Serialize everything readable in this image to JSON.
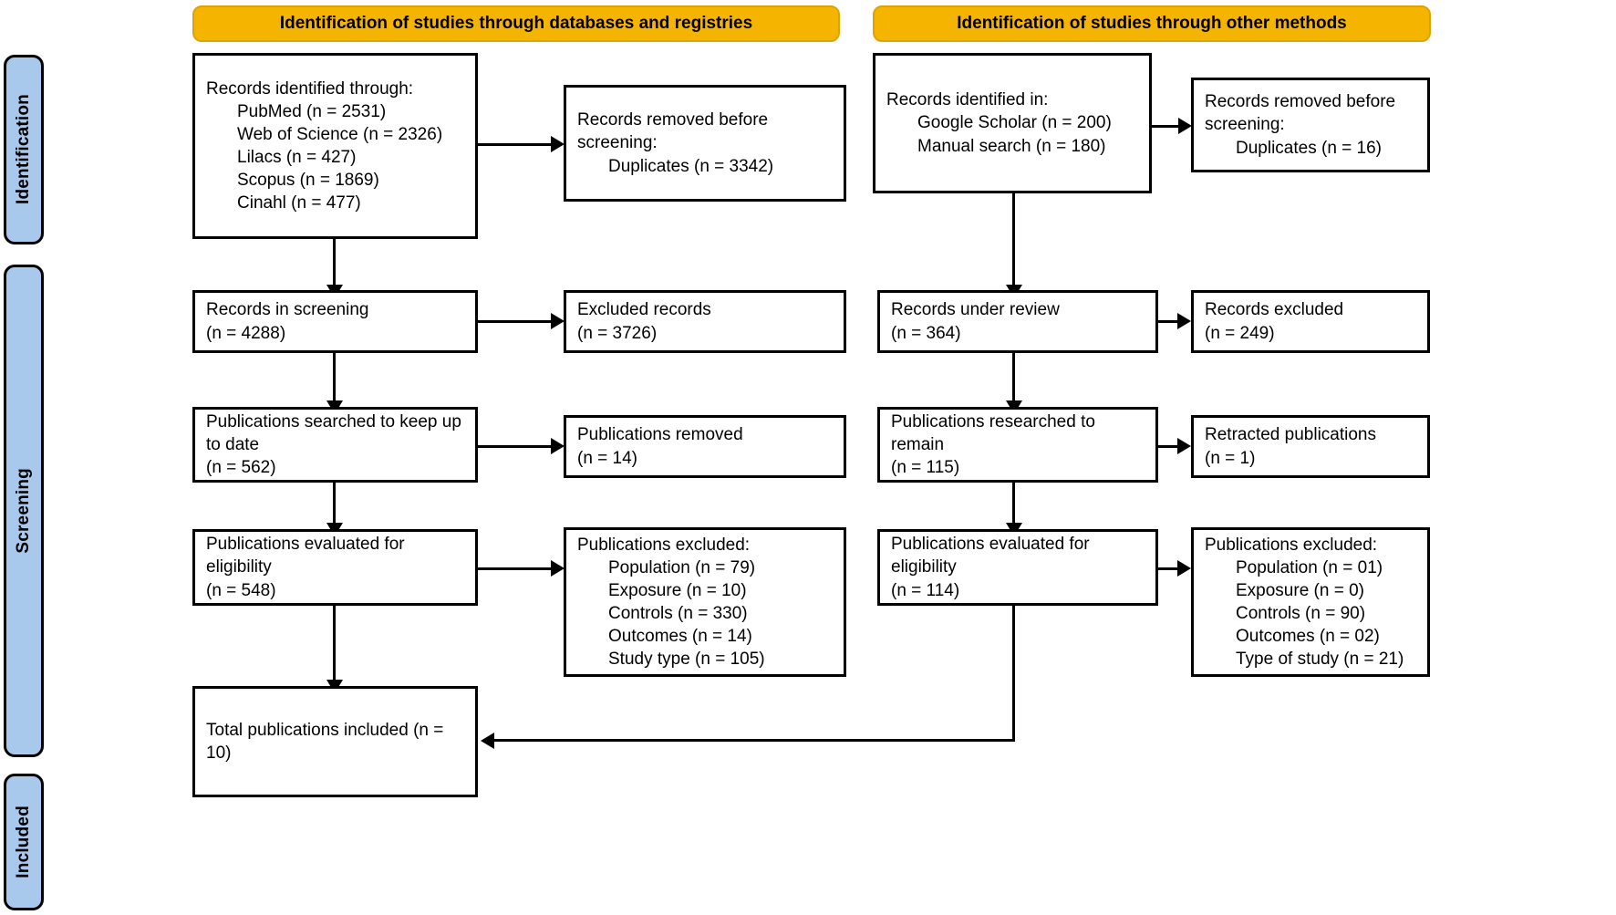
{
  "diagram": {
    "type": "prisma-flow-diagram",
    "colors": {
      "header_bg": "#f5b400",
      "stage_bg": "#a8c8ec",
      "box_border": "#000000",
      "box_bg": "#ffffff",
      "text": "#000000"
    }
  },
  "stages": [
    {
      "label": "Identification"
    },
    {
      "label": "Screening"
    },
    {
      "label": "Included"
    }
  ],
  "headers": [
    {
      "label": "Identification of studies through databases and registries"
    },
    {
      "label": "Identification of studies through other methods"
    }
  ],
  "left_column": {
    "identified": {
      "title": "Records identified through:",
      "items": [
        "PubMed (n = 2531)",
        "Web of Science (n = 2326)",
        "Lilacs (n = 427)",
        "Scopus (n = 1869)",
        "Cinahl (n = 477)"
      ]
    },
    "removed": {
      "title": "Records removed before\nscreening:",
      "items": [
        "Duplicates (n = 3342)"
      ]
    },
    "screening": {
      "title": "Records in screening",
      "count": "(n = 4288)"
    },
    "excluded_records": {
      "title": "Excluded records",
      "count": "(n = 3726)"
    },
    "searched_keep_up": {
      "title": "Publications searched to keep up\nto date",
      "count": "(n = 562)"
    },
    "publications_removed": {
      "title": "Publications removed",
      "count": "(n = 14)"
    },
    "evaluated": {
      "title": "Publications evaluated for\neligibility",
      "count": "(n = 548)"
    },
    "publications_excluded": {
      "title": "Publications excluded:",
      "items": [
        "Population (n = 79)",
        "Exposure (n = 10)",
        "Controls (n = 330)",
        "Outcomes (n = 14)",
        "Study type (n = 105)"
      ]
    }
  },
  "right_column": {
    "identified": {
      "title": "Records identified in:",
      "items": [
        "Google Scholar (n = 200)",
        "Manual search (n = 180)"
      ]
    },
    "removed": {
      "title": "Records removed before\nscreening:",
      "items": [
        "Duplicates (n = 16)"
      ]
    },
    "under_review": {
      "title": "Records under review",
      "count": "(n = 364)"
    },
    "records_excluded": {
      "title": "Records excluded",
      "count": "(n = 249)"
    },
    "researched_remain": {
      "title": "Publications researched to\nremain",
      "count": "(n = 115)"
    },
    "retracted": {
      "title": "Retracted publications",
      "count": "(n = 1)"
    },
    "evaluated": {
      "title": "Publications evaluated for\neligibility",
      "count": "(n = 114)"
    },
    "publications_excluded": {
      "title": "Publications excluded:",
      "items": [
        "Population (n = 01)",
        "Exposure (n = 0)",
        "Controls (n = 90)",
        "Outcomes (n = 02)",
        "Type of study (n = 21)"
      ]
    }
  },
  "included": {
    "total": "Total publications included (n =\n10)"
  }
}
